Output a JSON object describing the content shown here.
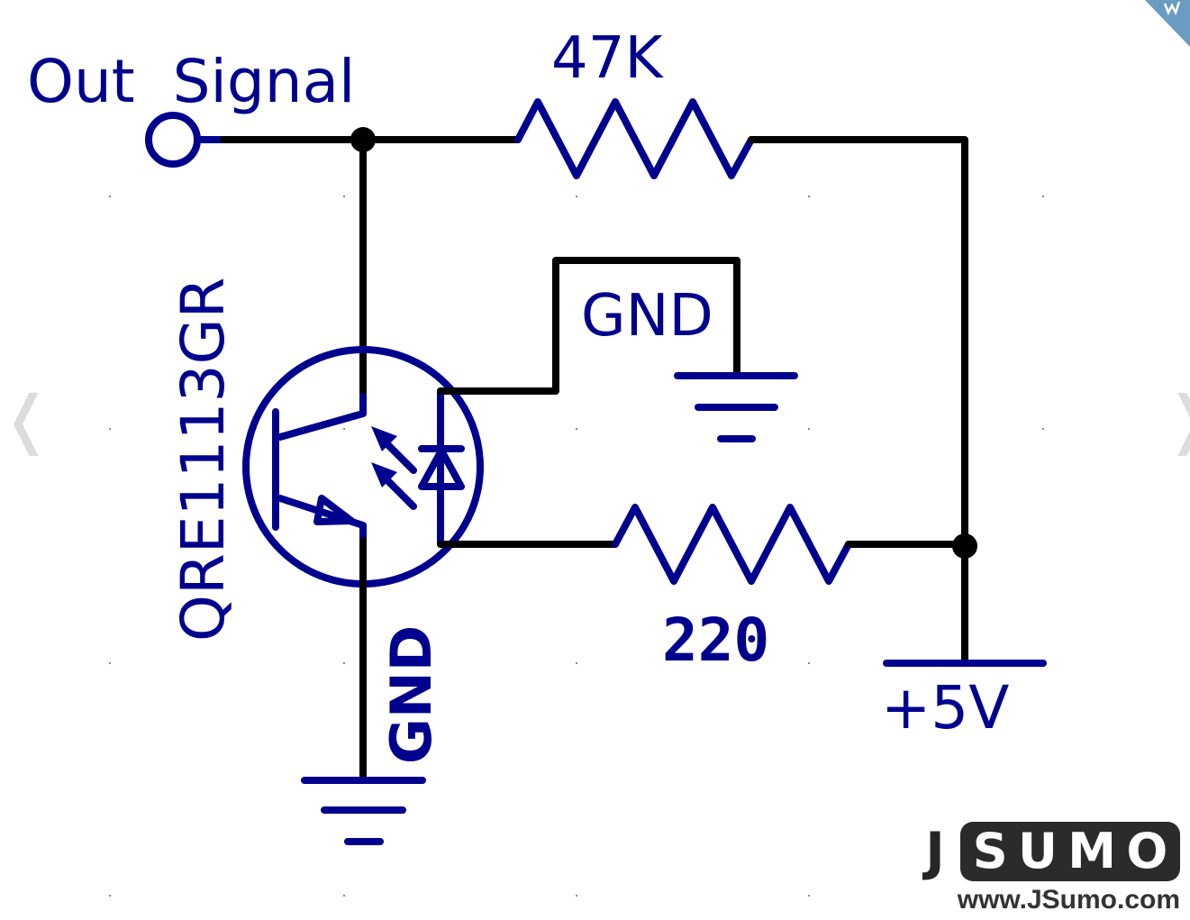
{
  "viewer": {
    "prev_icon": "chevron-left-icon",
    "prev_glyph": "❬",
    "next_icon": "chevron-right-icon",
    "next_glyph": "❭",
    "corner_ribbon_icon": "new-badge-ribbon",
    "corner_ribbon_color": "#6a9bc0"
  },
  "schematic": {
    "wire_color": "#000000",
    "symbol_color": "#00008f",
    "labels": {
      "out_signal": "Out  Signal",
      "r1_value": "47K",
      "r2_value": "220",
      "part_name": "QRE1113GR",
      "gnd_top": "GND",
      "gnd_bottom": "GND",
      "vcc": "+5V"
    },
    "components": [
      {
        "ref": "R1",
        "type": "resistor",
        "value": "47K"
      },
      {
        "ref": "R2",
        "type": "resistor",
        "value": "220"
      },
      {
        "ref": "U1",
        "type": "reflective-optosensor",
        "value": "QRE1113GR"
      },
      {
        "ref": "OUT",
        "type": "terminal",
        "value": "Out Signal"
      },
      {
        "ref": "PWR",
        "type": "supply",
        "value": "+5V"
      },
      {
        "ref": "GND1",
        "type": "ground",
        "value": "GND"
      },
      {
        "ref": "GND2",
        "type": "ground",
        "value": "GND"
      }
    ]
  },
  "branding": {
    "logo_j": "J",
    "logo_letters": [
      "S",
      "U",
      "M",
      "O"
    ],
    "url": "www.JSumo.com"
  }
}
